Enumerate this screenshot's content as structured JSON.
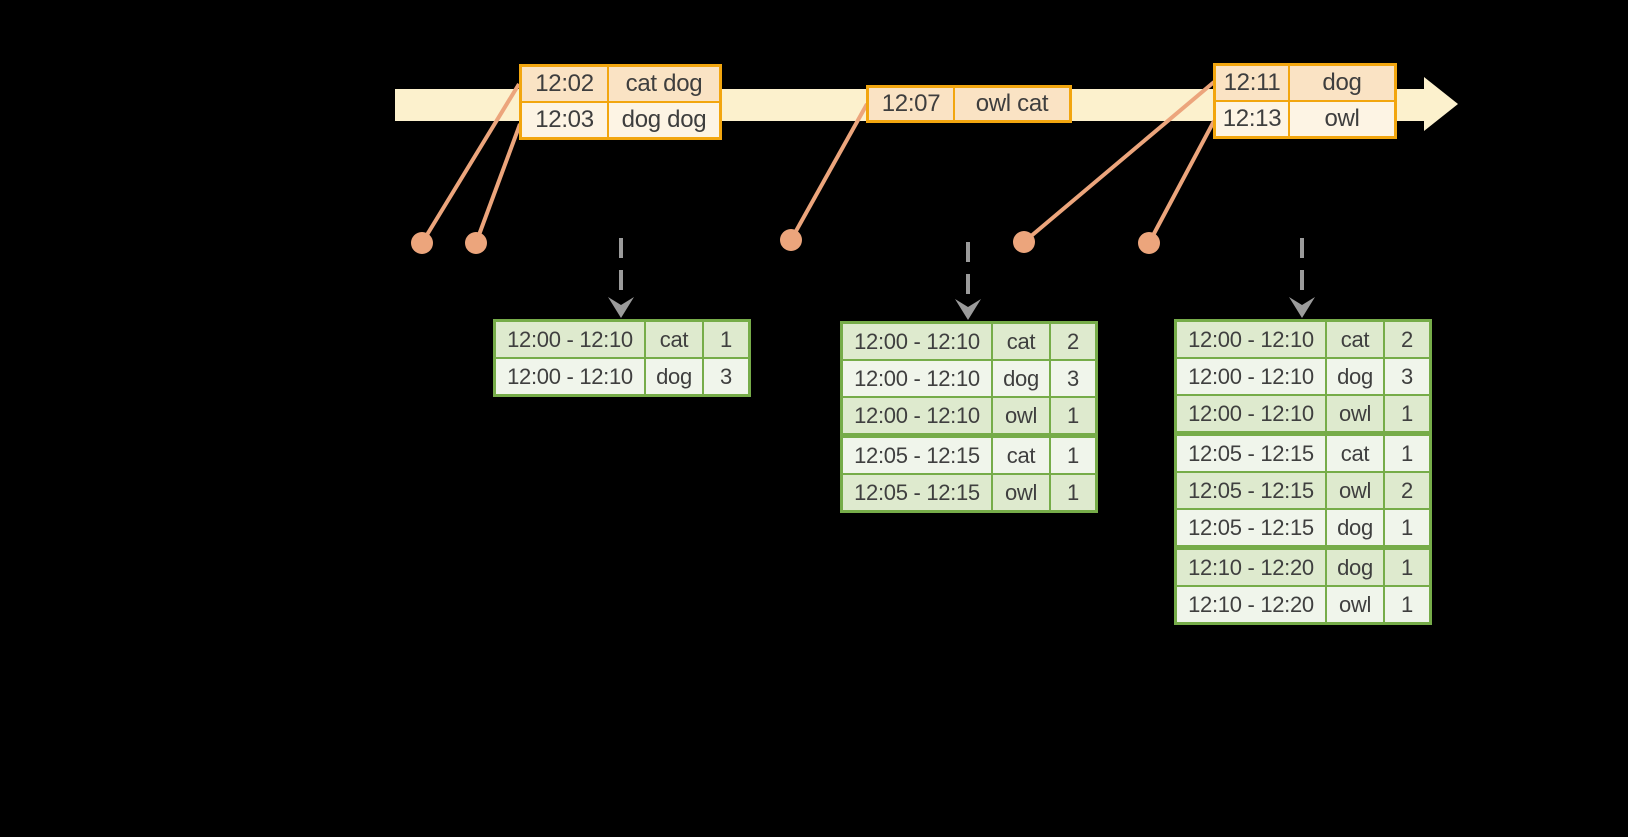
{
  "colors": {
    "background": "#000000",
    "timeline_band": "#FCF1CD",
    "event_table_border": "#F2A60F",
    "event_cell_peach": "#FAE3C4",
    "event_cell_cream": "#FDF4E4",
    "event_marker": "#ECA57C",
    "result_table_border": "#76AC49",
    "result_cell_tint": "#DEEACE",
    "result_cell_light": "#F0F5EB",
    "trigger_arrow": "#9B9B9B",
    "text": "#3E3E3E"
  },
  "timeline": {
    "event_tables": [
      {
        "rows": [
          {
            "time": "12:02",
            "words": "cat dog"
          },
          {
            "time": "12:03",
            "words": "dog dog"
          }
        ]
      },
      {
        "rows": [
          {
            "time": "12:07",
            "words": "owl cat"
          }
        ]
      },
      {
        "rows": [
          {
            "time": "12:11",
            "words": "dog"
          },
          {
            "time": "12:13",
            "words": "owl"
          }
        ]
      }
    ]
  },
  "result_tables": [
    {
      "rows": [
        {
          "window": "12:00 - 12:10",
          "word": "cat",
          "count": "1"
        },
        {
          "window": "12:00 - 12:10",
          "word": "dog",
          "count": "3"
        }
      ]
    },
    {
      "rows": [
        {
          "window": "12:00 - 12:10",
          "word": "cat",
          "count": "2"
        },
        {
          "window": "12:00 - 12:10",
          "word": "dog",
          "count": "3"
        },
        {
          "window": "12:00 - 12:10",
          "word": "owl",
          "count": "1"
        },
        {
          "window": "12:05 - 12:15",
          "word": "cat",
          "count": "1"
        },
        {
          "window": "12:05 - 12:15",
          "word": "owl",
          "count": "1"
        }
      ]
    },
    {
      "rows": [
        {
          "window": "12:00 - 12:10",
          "word": "cat",
          "count": "2"
        },
        {
          "window": "12:00 - 12:10",
          "word": "dog",
          "count": "3"
        },
        {
          "window": "12:00 - 12:10",
          "word": "owl",
          "count": "1"
        },
        {
          "window": "12:05 - 12:15",
          "word": "cat",
          "count": "1"
        },
        {
          "window": "12:05 - 12:15",
          "word": "owl",
          "count": "2"
        },
        {
          "window": "12:05 - 12:15",
          "word": "dog",
          "count": "1"
        },
        {
          "window": "12:10 - 12:20",
          "word": "dog",
          "count": "1"
        },
        {
          "window": "12:10 - 12:20",
          "word": "owl",
          "count": "1"
        }
      ]
    }
  ]
}
